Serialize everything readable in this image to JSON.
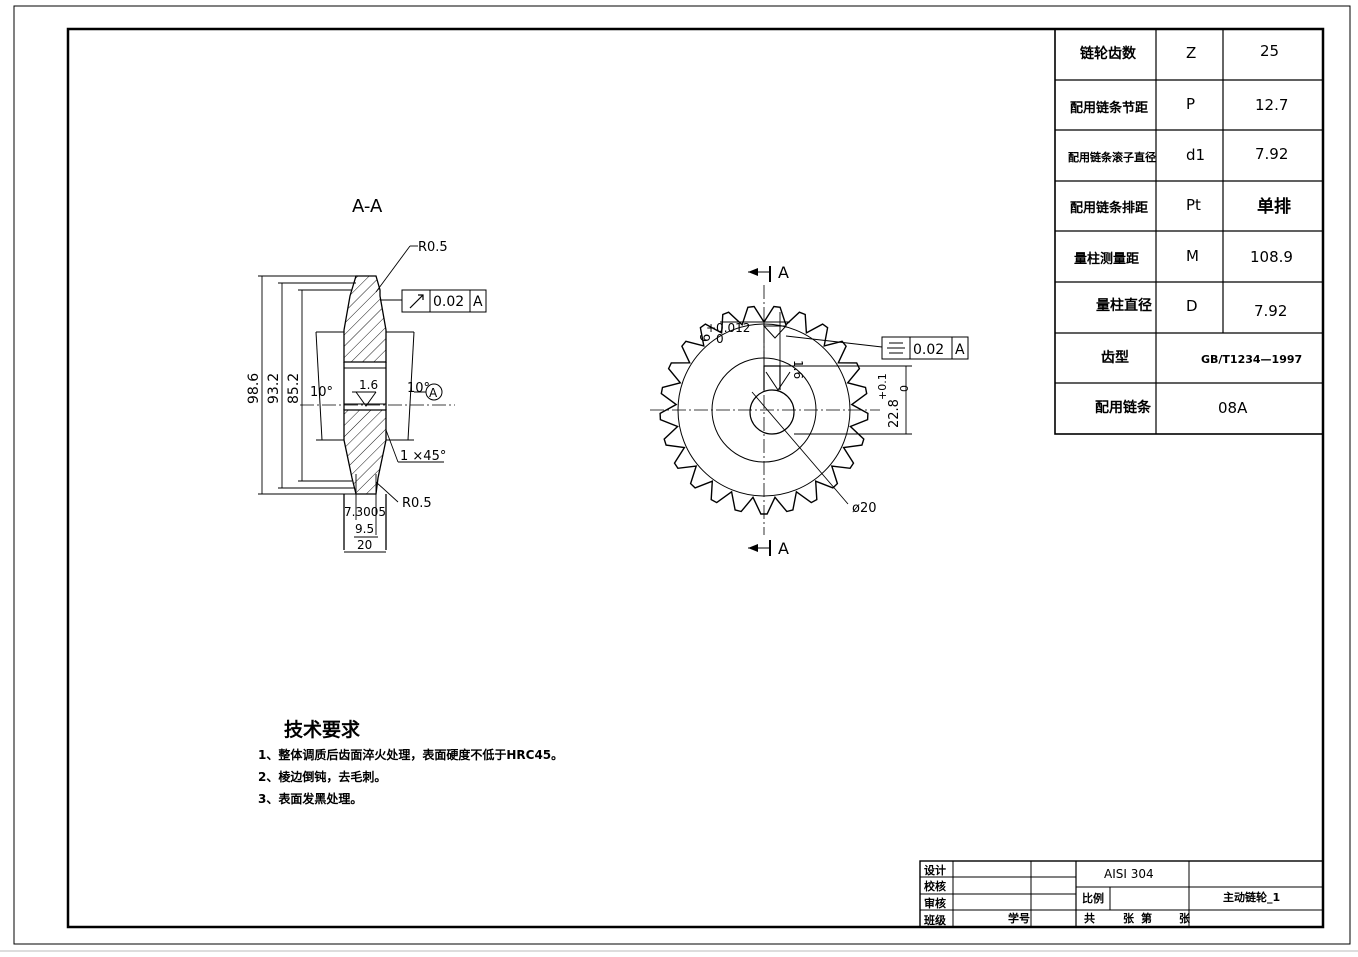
{
  "section_view": {
    "title": "A-A",
    "dims": {
      "d1": "98.6",
      "d2": "93.2",
      "d3": "85.2",
      "angle_left": "10°",
      "angle_right": "10°",
      "roughness": "1.6",
      "datum": "A",
      "radius_top": "R0.5",
      "radius_bottom": "R0.5",
      "chamfer": "1 ×45°",
      "w_small": "7.3005",
      "w_mid": "9.5",
      "w_total": "20",
      "runout_tol": "0.02",
      "runout_datum": "A"
    }
  },
  "front_view": {
    "cut_label_top": "A",
    "cut_label_bottom": "A",
    "keyway_width": "6",
    "keyway_tol_upper": "+0.012",
    "keyway_tol_lower": "0",
    "keyway_depth": "22.8",
    "keyway_depth_upper": "+0.1",
    "keyway_depth_lower": "0",
    "bore": "ø20",
    "roughness": "1.6",
    "sym_tol": "0.02",
    "sym_datum": "A"
  },
  "param_table": [
    {
      "label": "链轮齿数",
      "symbol": "Z",
      "value": "25"
    },
    {
      "label": "配用链条节距",
      "symbol": "P",
      "value": "12.7"
    },
    {
      "label": "配用链条滚子直径",
      "symbol": "d1",
      "value": "7.92"
    },
    {
      "label": "配用链条排距",
      "symbol": "Pt",
      "value": "单排"
    },
    {
      "label": "量柱测量距",
      "symbol": "M",
      "value": "108.9"
    },
    {
      "label": "量柱直径",
      "symbol": "D",
      "value": "7.92"
    },
    {
      "label": "齿型",
      "value": "GB/T1234—1997"
    },
    {
      "label": "配用链条",
      "value": "08A"
    }
  ],
  "tech_req": {
    "title": "技术要求",
    "items": [
      "1、整体调质后齿面淬火处理，表面硬度不低于HRC45。",
      "2、棱边倒钝，去毛刺。",
      "3、表面发黑处理。"
    ]
  },
  "title_block": {
    "design": "设计",
    "check": "校核",
    "review": "审核",
    "class": "班级",
    "student_no": "学号",
    "material": "AISI 304",
    "scale_label": "比例",
    "part_name": "主动链轮_1",
    "sheet_total": "共",
    "sheet_unit1": "张",
    "sheet_no": "第",
    "sheet_unit2": "张"
  }
}
